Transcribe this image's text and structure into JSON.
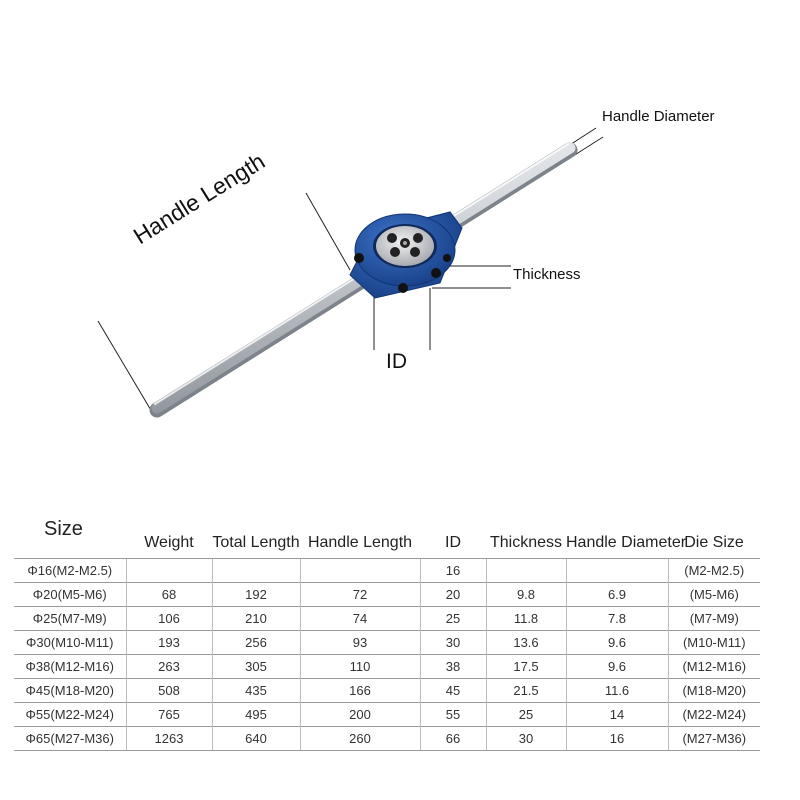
{
  "annotations": {
    "handle_diameter": "Handle Diameter",
    "handle_length": "Handle Length",
    "thickness": "Thickness",
    "id": "ID"
  },
  "colors": {
    "holder_blue": "#1e52a8",
    "rod_silver": "#d9dde2",
    "table_border": "#9a9a9a"
  },
  "table": {
    "headers": [
      "Size",
      "Weight",
      "Total Length",
      "Handle Length",
      "ID",
      "Thickness",
      "Handle Diameter",
      "Die Size"
    ],
    "rows": [
      [
        "Φ16(M2-M2.5)",
        "",
        "",
        "",
        "16",
        "",
        "",
        "(M2-M2.5)"
      ],
      [
        "Φ20(M5-M6)",
        "68",
        "192",
        "72",
        "20",
        "9.8",
        "6.9",
        "(M5-M6)"
      ],
      [
        "Φ25(M7-M9)",
        "106",
        "210",
        "74",
        "25",
        "11.8",
        "7.8",
        "(M7-M9)"
      ],
      [
        "Φ30(M10-M11)",
        "193",
        "256",
        "93",
        "30",
        "13.6",
        "9.6",
        "(M10-M11)"
      ],
      [
        "Φ38(M12-M16)",
        "263",
        "305",
        "110",
        "38",
        "17.5",
        "9.6",
        "(M12-M16)"
      ],
      [
        "Φ45(M18-M20)",
        "508",
        "435",
        "166",
        "45",
        "21.5",
        "11.6",
        "(M18-M20)"
      ],
      [
        "Φ55(M22-M24)",
        "765",
        "495",
        "200",
        "55",
        "25",
        "14",
        "(M22-M24)"
      ],
      [
        "Φ65(M27-M36)",
        "1263",
        "640",
        "260",
        "66",
        "30",
        "16",
        "(M27-M36)"
      ]
    ]
  }
}
